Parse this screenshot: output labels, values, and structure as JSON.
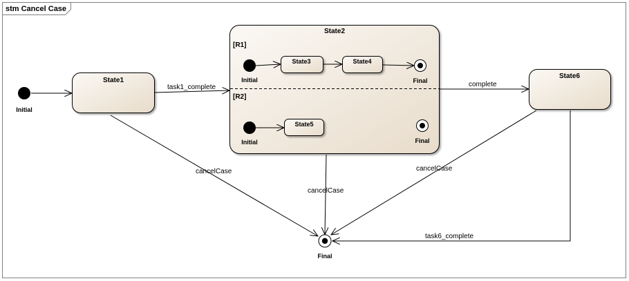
{
  "frame": {
    "title": "stm Cancel Case"
  },
  "states": {
    "state1": "State1",
    "state2": "State2",
    "state3": "State3",
    "state4": "State4",
    "state5": "State5",
    "state6": "State6"
  },
  "regions": {
    "r1": "[R1]",
    "r2": "[R2]"
  },
  "pseudostates": {
    "initial_main": "Initial",
    "initial_r1": "Initial",
    "initial_r2": "Initial",
    "final_r1": "Final",
    "final_r2": "Final",
    "final_main": "Final"
  },
  "transitions": {
    "task1_complete": "task1_complete",
    "complete": "complete",
    "cancel_from_state1": "cancelCase",
    "cancel_from_state2": "cancelCase",
    "cancel_from_state6": "cancelCase",
    "task6_complete": "task6_complete"
  },
  "colors": {
    "state_fill_top": "#fbf8f4",
    "state_fill_bottom": "#ece0d0",
    "frame_border": "#808080"
  }
}
